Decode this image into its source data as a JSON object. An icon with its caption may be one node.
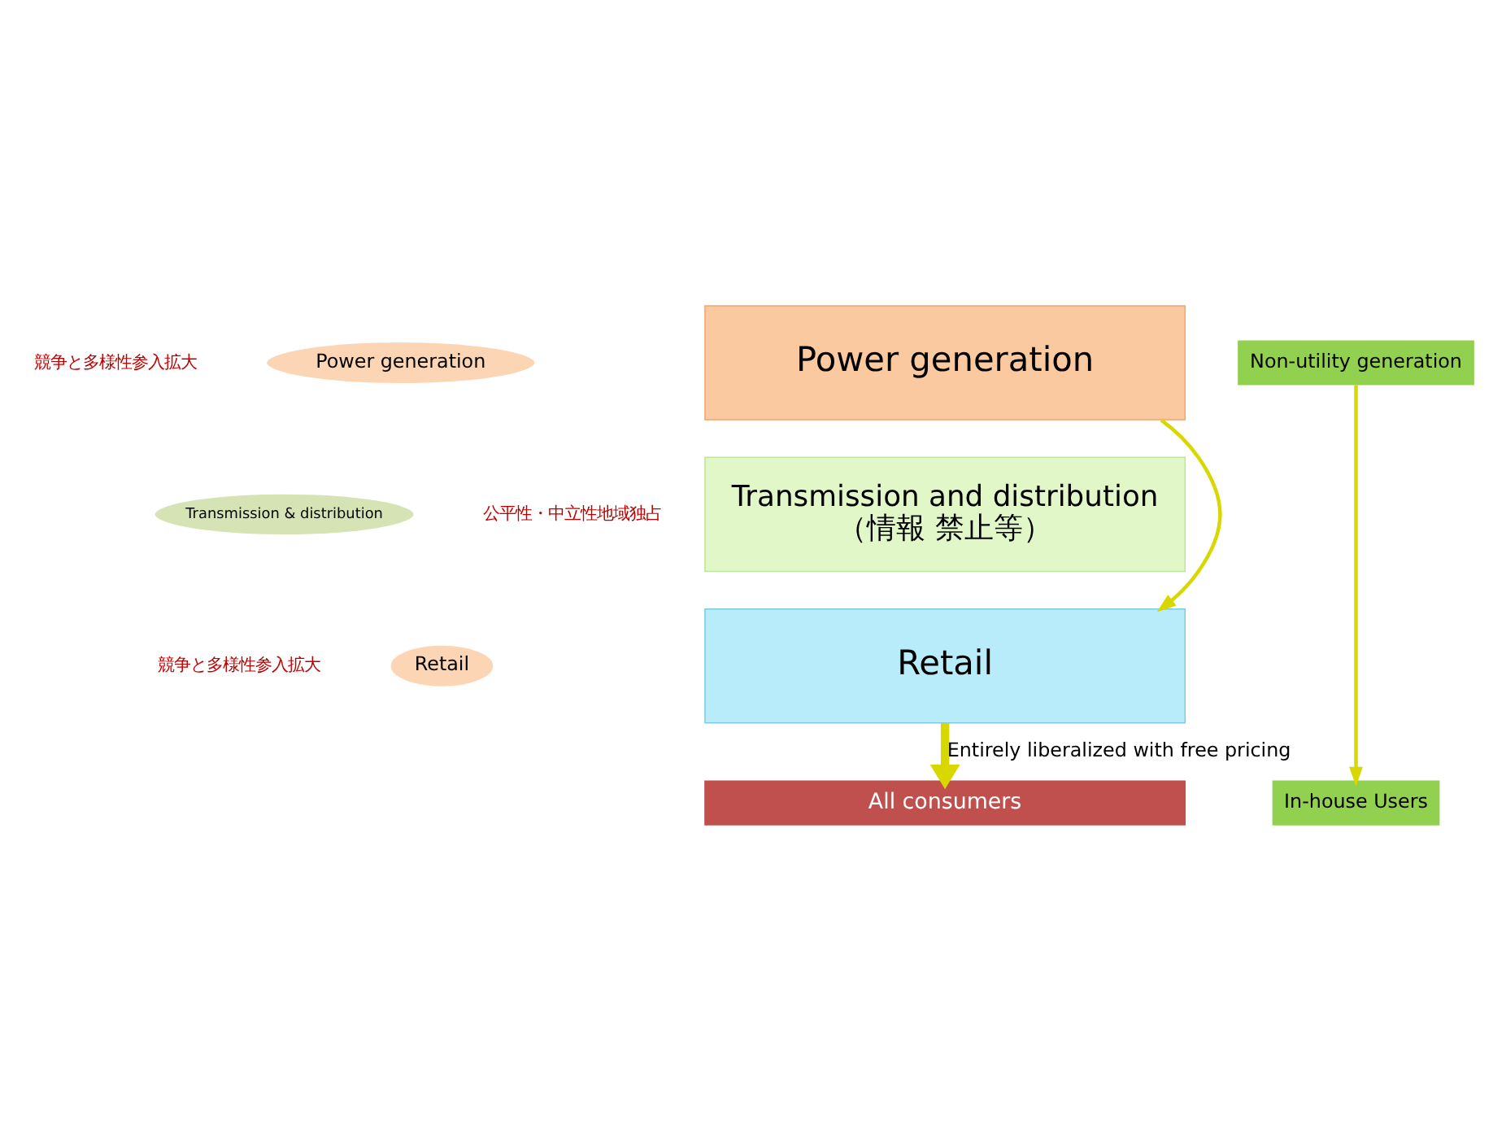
{
  "diagram": {
    "nodes": [
      {
        "text": [
          "Power generation"
        ]
      },
      {
        "text": [
          "Power generation"
        ]
      },
      {
        "text": [
          "Transmission and distribution",
          "（情報 禁止等）"
        ]
      },
      {
        "text": [
          "Transmission & distribution"
        ]
      },
      {
        "text": [
          "Retail"
        ]
      },
      {
        "text": [
          "Retail"
        ]
      },
      {
        "text": [
          "All consumers"
        ]
      },
      {
        "text": [
          "Non-utility generation"
        ]
      },
      {
        "text": [
          "In-house Users"
        ]
      }
    ],
    "edges": [
      {
        "from": 0,
        "to": 4,
        "arrow": "to"
      },
      {
        "from": 4,
        "to": 6,
        "arrow": "to",
        "label": "Entirely liberalized with free pricing",
        "style": "thick"
      },
      {
        "from": 7,
        "to": 8,
        "arrow": "to"
      }
    ],
    "labels": [
      "競争と多様性参入拡大",
      "公平性・中立性地域独占",
      "競争と多様性参入拡大"
    ]
  }
}
